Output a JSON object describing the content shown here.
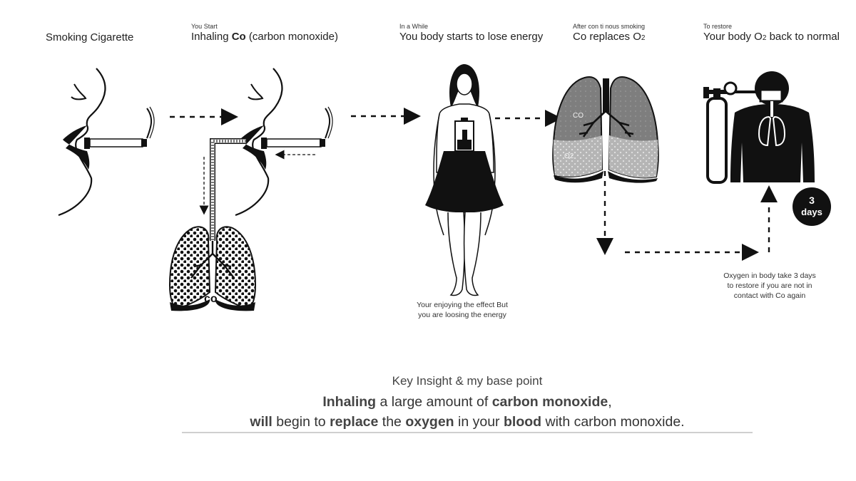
{
  "steps": [
    {
      "small": "",
      "title": "Smoking Cigarette"
    },
    {
      "small": "You Start",
      "title_pre": "Inhaling ",
      "title_bold": "Co",
      "title_post": " (carbon monoxide)"
    },
    {
      "small": "In a While",
      "title": "You body starts to lose energy"
    },
    {
      "small": "After con ti nous smoking",
      "title_pre": "Co replaces O",
      "title_sub": "2"
    },
    {
      "small": "To restore",
      "title_pre": "Your body O",
      "title_sub": "2",
      "title_post": " back to normal"
    }
  ],
  "labels": {
    "lung_co": "co",
    "lung_right_co": "CO",
    "lung_right_o2": "O2",
    "badge_number": "3",
    "badge_unit": "days"
  },
  "captions": {
    "energy": [
      "Your enjoying the effect But",
      "you are loosing the energy"
    ],
    "restore": [
      "Oxygen in body take 3 days",
      "to restore if you are not in",
      "contact with Co again"
    ]
  },
  "insight": {
    "heading": "Key Insight & my base point",
    "line1": [
      {
        "t": "Inhaling",
        "b": true
      },
      {
        "t": " a large amount of ",
        "b": false
      },
      {
        "t": "carbon monoxide",
        "b": true
      },
      {
        "t": ",",
        "b": false
      }
    ],
    "line2": [
      {
        "t": "will",
        "b": true
      },
      {
        "t": " begin to ",
        "b": false
      },
      {
        "t": "replace",
        "b": true
      },
      {
        "t": " the ",
        "b": false
      },
      {
        "t": "oxygen",
        "b": true
      },
      {
        "t": " in your ",
        "b": false
      },
      {
        "t": "blood",
        "b": true
      },
      {
        "t": " with carbon monoxide.",
        "b": false
      }
    ]
  }
}
